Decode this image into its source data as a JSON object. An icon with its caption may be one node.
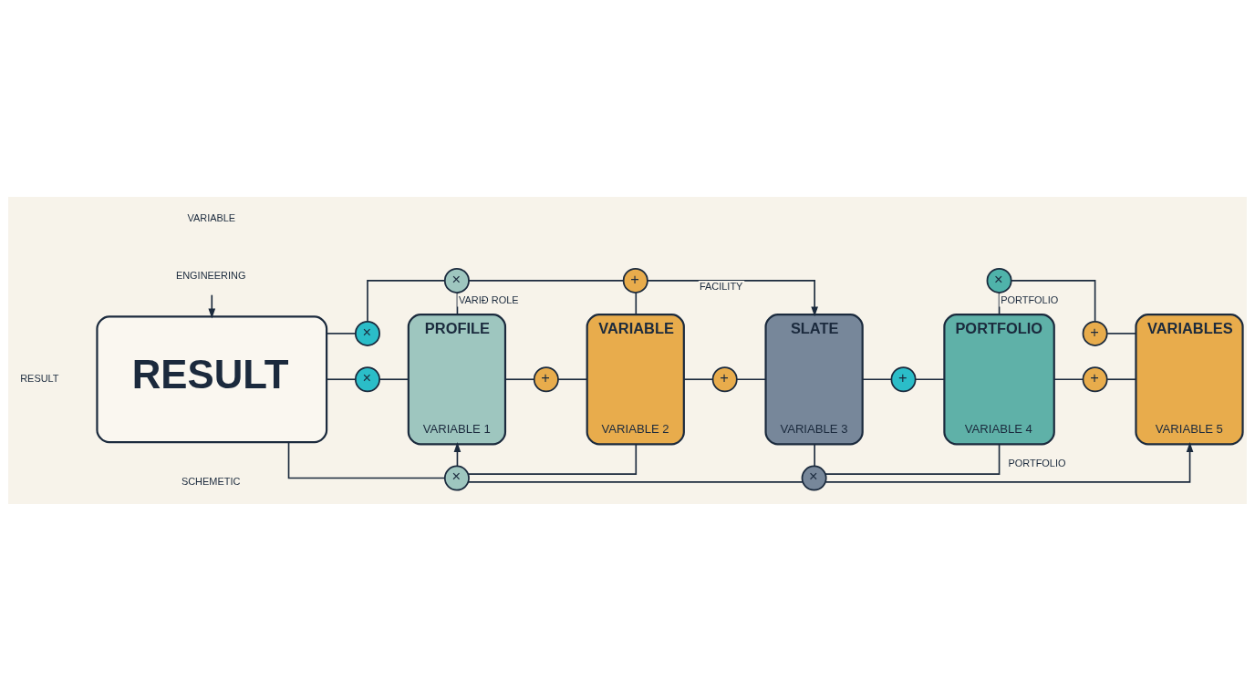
{
  "diagram": {
    "nodes": [
      {
        "text": [
          "×"
        ]
      },
      {
        "text": [
          "×"
        ]
      },
      {
        "text": [
          "+"
        ]
      },
      {
        "text": [
          "×"
        ]
      },
      {
        "text": [
          "+"
        ]
      },
      {
        "text": [
          "ENGINEERING"
        ]
      },
      {
        "text": [
          "RESULT"
        ]
      },
      {
        "text": [
          "×"
        ]
      },
      {
        "text": [
          "PROFILE",
          "VARIABLE 1"
        ]
      },
      {
        "text": [
          "+"
        ]
      },
      {
        "text": [
          "VARIABLE",
          "VARIABLE 2"
        ]
      },
      {
        "text": [
          "+"
        ]
      },
      {
        "text": [
          "SLATE",
          "VARIABLE 3"
        ]
      },
      {
        "text": [
          "+"
        ]
      },
      {
        "text": [
          "PORTFOLIO",
          "VARIABLE 4"
        ]
      },
      {
        "text": [
          "+"
        ]
      },
      {
        "text": [
          "VARIABLES",
          "VARIABLE 5"
        ]
      },
      {
        "text": [
          "×"
        ]
      },
      {
        "text": [
          "×"
        ]
      }
    ],
    "edges": [
      {
        "from": 6,
        "to": 0,
        "arrow": "none"
      },
      {
        "from": 0,
        "to": 1,
        "arrow": "none"
      },
      {
        "from": 1,
        "to": 2,
        "arrow": "none"
      },
      {
        "from": 2,
        "to": 12,
        "arrow": "to",
        "label": "FACILITY"
      },
      {
        "from": 1,
        "to": 8,
        "arrow": "none",
        "label": "VARIÐ ROLE"
      },
      {
        "from": 2,
        "to": 10,
        "arrow": "none"
      },
      {
        "from": 14,
        "to": 3,
        "arrow": "none",
        "label": "PORTFOLIO"
      },
      {
        "from": 3,
        "to": 4,
        "arrow": "none"
      },
      {
        "from": 4,
        "to": 16,
        "arrow": "none"
      },
      {
        "from": 6,
        "to": 7,
        "arrow": "none"
      },
      {
        "from": 7,
        "to": 8,
        "arrow": "none"
      },
      {
        "from": 8,
        "to": 9,
        "arrow": "none"
      },
      {
        "from": 9,
        "to": 10,
        "arrow": "none"
      },
      {
        "from": 10,
        "to": 11,
        "arrow": "none"
      },
      {
        "from": 11,
        "to": 12,
        "arrow": "none"
      },
      {
        "from": 12,
        "to": 13,
        "arrow": "none"
      },
      {
        "from": 13,
        "to": 14,
        "arrow": "none"
      },
      {
        "from": 14,
        "to": 15,
        "arrow": "none"
      },
      {
        "from": 15,
        "to": 16,
        "arrow": "none"
      },
      {
        "from": 6,
        "to": 17,
        "arrow": "none"
      },
      {
        "from": 17,
        "to": 8,
        "arrow": "to"
      },
      {
        "from": 10,
        "to": 17,
        "arrow": "none"
      },
      {
        "from": 17,
        "to": 18,
        "arrow": "none"
      },
      {
        "from": 12,
        "to": 18,
        "arrow": "none"
      },
      {
        "from": 14,
        "to": 18,
        "arrow": "none",
        "label": "PORTFOLIO"
      },
      {
        "from": 18,
        "to": 16,
        "arrow": "to"
      },
      {
        "from": 5,
        "to": 6,
        "arrow": "to"
      }
    ],
    "labels": [
      "VARIABLE",
      "RESULT",
      "SCHEMETIC"
    ]
  }
}
